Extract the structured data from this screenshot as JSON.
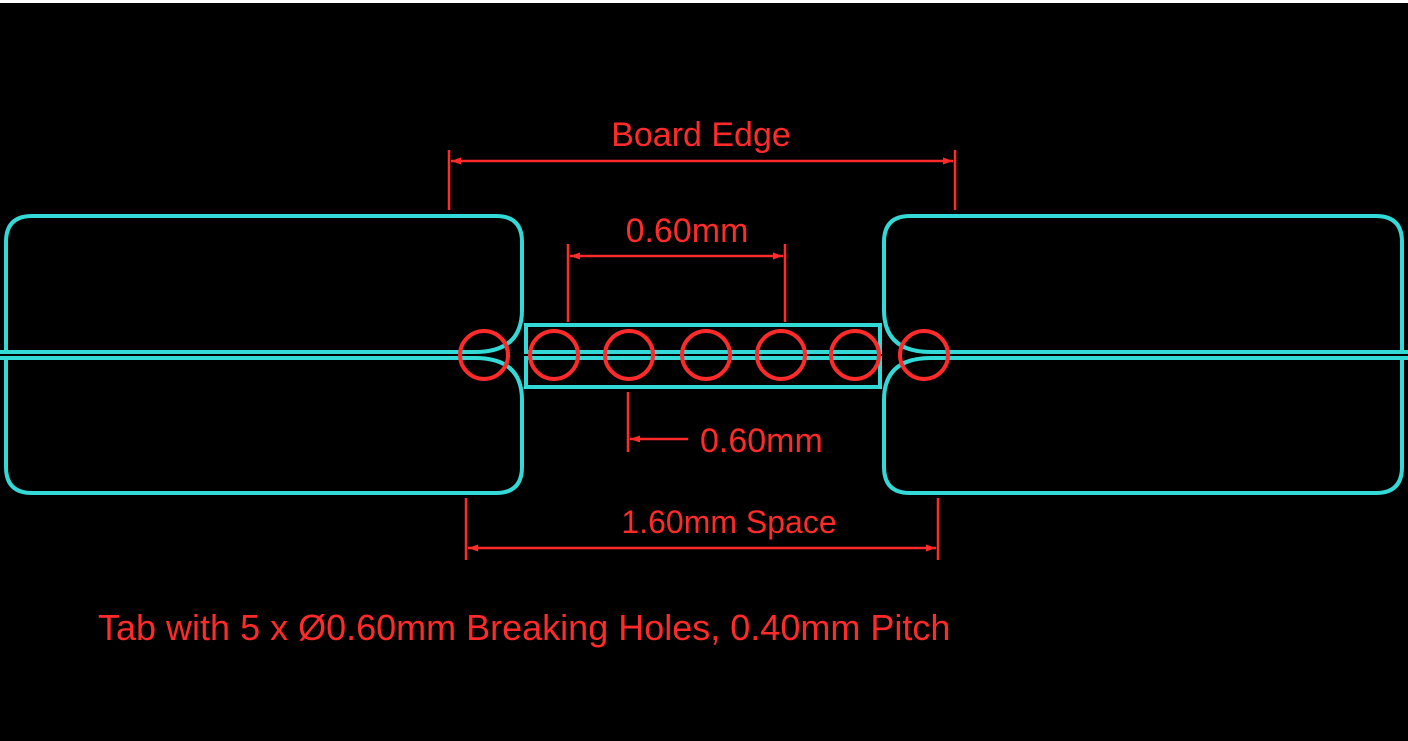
{
  "colors": {
    "background": "#000000",
    "outline": "#33d9d6",
    "annotation": "#ff2a2a"
  },
  "labels": {
    "board_edge": "Board Edge",
    "hole_diameter": "0.60mm",
    "hole_spacing": "0.60mm",
    "space": "1.60mm Space",
    "caption": "Tab with 5 x Ø0.60mm Breaking Holes, 0.40mm Pitch"
  }
}
